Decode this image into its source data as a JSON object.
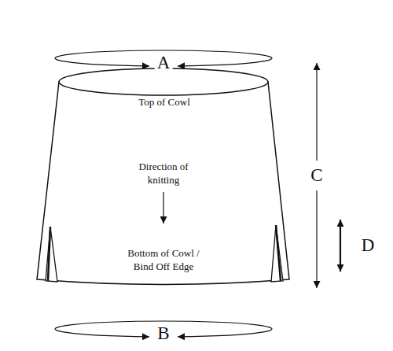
{
  "diagram": {
    "labels": [
      "A",
      "Top of Cowl",
      "Direction of knitting",
      "C",
      "D",
      "Bottom of Cowl / Bind Off Edge",
      "B"
    ]
  }
}
